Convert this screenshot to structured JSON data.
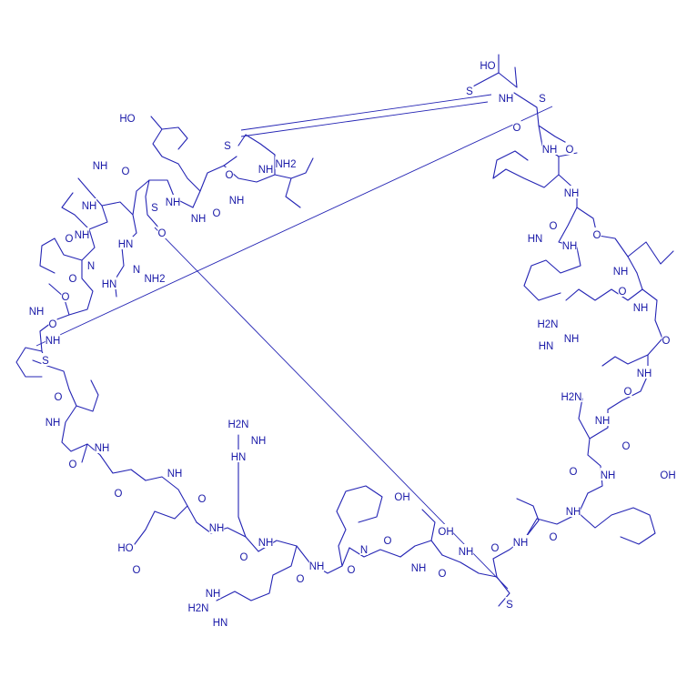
{
  "molecule": {
    "colors": {
      "bond": "#2424b4",
      "label": "#1a1aa8",
      "background": "#ffffff"
    },
    "labels": {
      "oh": "OH",
      "ho": "HO",
      "s": "S",
      "nh": "NH",
      "hn": "HN",
      "n": "N",
      "h": "H",
      "nh2": "NH2",
      "h2n": "H2N",
      "o": "O"
    }
  }
}
